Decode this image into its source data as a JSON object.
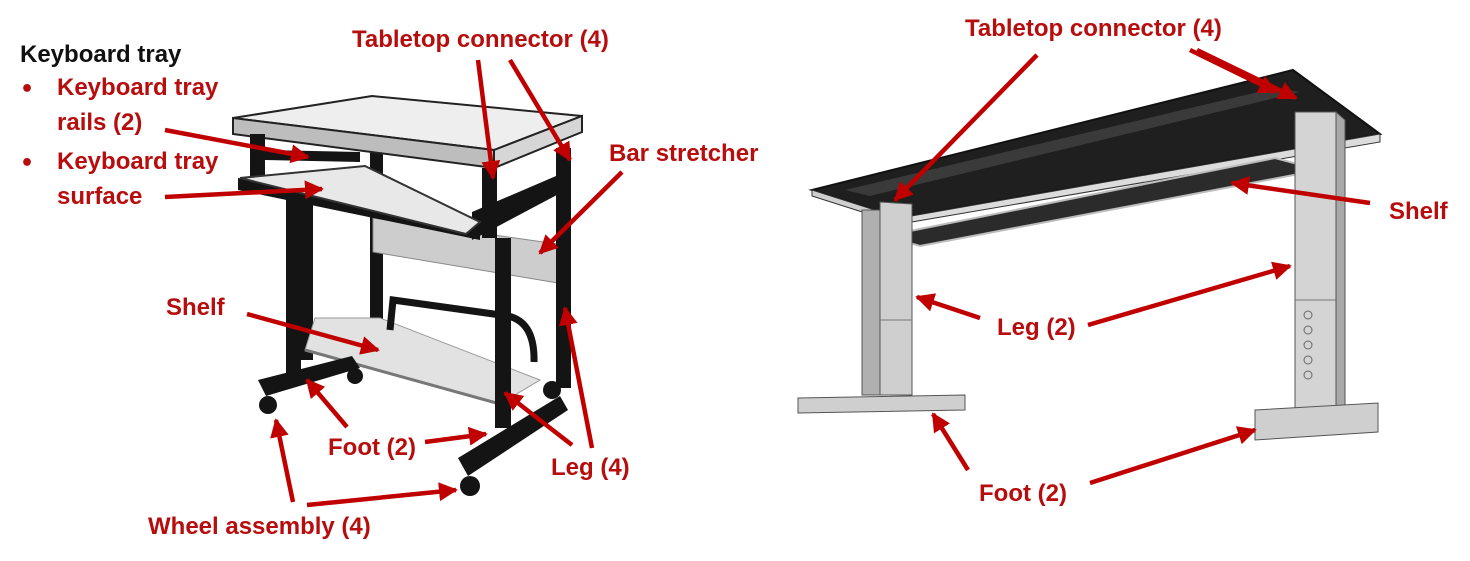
{
  "colors": {
    "label": "#b70d0d",
    "arrow": "#c00000",
    "frame": "#141414",
    "metal_light": "#cfcfcf",
    "tabletop_dark": "#1f1f1f",
    "tabletop_light": "#e6e6e6"
  },
  "left_diagram": {
    "heading": "Keyboard tray",
    "bullet_symbol": "•",
    "tray_rails": [
      "Keyboard tray",
      "rails (2)"
    ],
    "tray_surface": [
      "Keyboard tray",
      "surface"
    ],
    "tabletop_connector": "Tabletop connector (4)",
    "bar_stretcher": "Bar stretcher",
    "shelf": "Shelf",
    "foot": "Foot (2)",
    "leg": "Leg  (4)",
    "wheel_assembly": "Wheel assembly (4)"
  },
  "right_diagram": {
    "tabletop_connector": "Tabletop connector (4)",
    "shelf": "Shelf",
    "leg": "Leg  (2)",
    "foot": "Foot (2)"
  }
}
